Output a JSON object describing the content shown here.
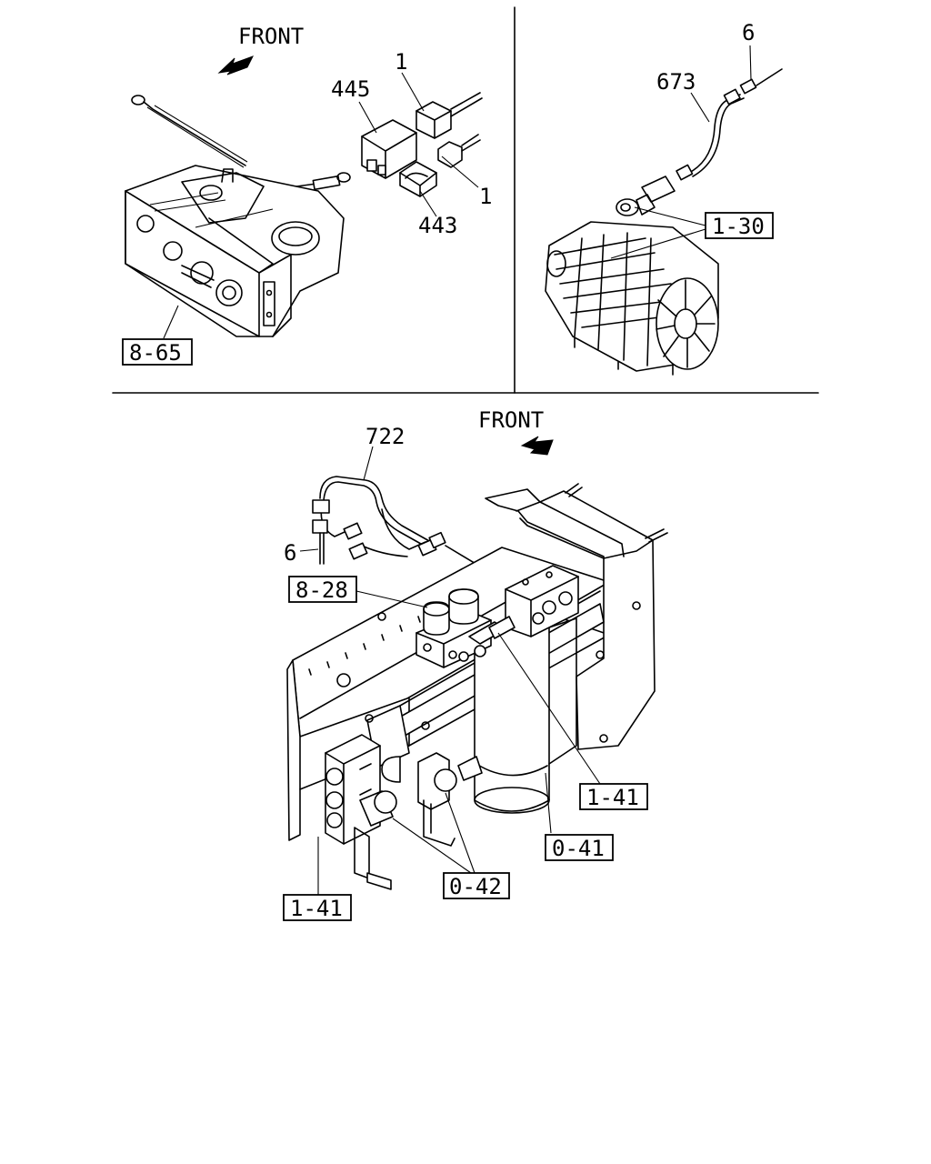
{
  "diagram": {
    "front_labels": [
      "FRONT",
      "FRONT"
    ],
    "callouts": {
      "top_left": [
        "1",
        "445",
        "1",
        "443",
        "8-65"
      ],
      "top_right": [
        "6",
        "673",
        "1-30"
      ],
      "bottom": [
        "722",
        "6",
        "8-28",
        "1-41",
        "0-41",
        "0-42",
        "1-41"
      ]
    }
  }
}
